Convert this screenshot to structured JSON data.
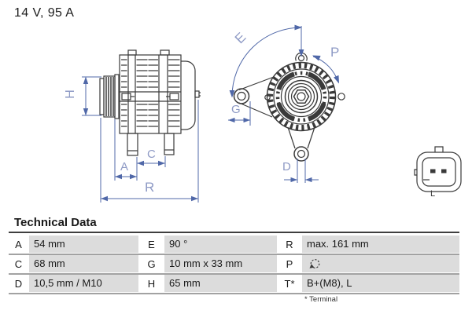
{
  "header": {
    "title": "14 V, 95 A"
  },
  "diagram": {
    "labels": {
      "H": "H",
      "A": "A",
      "C": "C",
      "R": "R",
      "E": "E",
      "P": "P",
      "G": "G",
      "D": "D"
    },
    "connector": {
      "pin_label": "L"
    }
  },
  "table": {
    "title": "Technical Data",
    "rows": [
      {
        "k1": "A",
        "v1": "54 mm",
        "k2": "E",
        "v2": "90 °",
        "k3": "R",
        "v3": "max. 161 mm"
      },
      {
        "k1": "C",
        "v1": "68 mm",
        "k2": "G",
        "v2": "10 mm x 33 mm",
        "k3": "P",
        "v3": ""
      },
      {
        "k1": "D",
        "v1": "10,5 mm / M10",
        "k2": "H",
        "v2": "65 mm",
        "k3": "T*",
        "v3": "B+(M8), L"
      }
    ],
    "footnote": "* Terminal"
  },
  "icons": {
    "rotation_direction": "rotation-direction-icon"
  },
  "colors": {
    "drawing_line": "#3a3a3a",
    "dim_line": "#5068a8",
    "dim_label": "#8e9ac5",
    "text": "#191919",
    "table_cell_bg": "#dcdcdc",
    "table_rule": "#a2a2a2",
    "title_rule": "#3f3f3f",
    "background": "#ffffff"
  }
}
